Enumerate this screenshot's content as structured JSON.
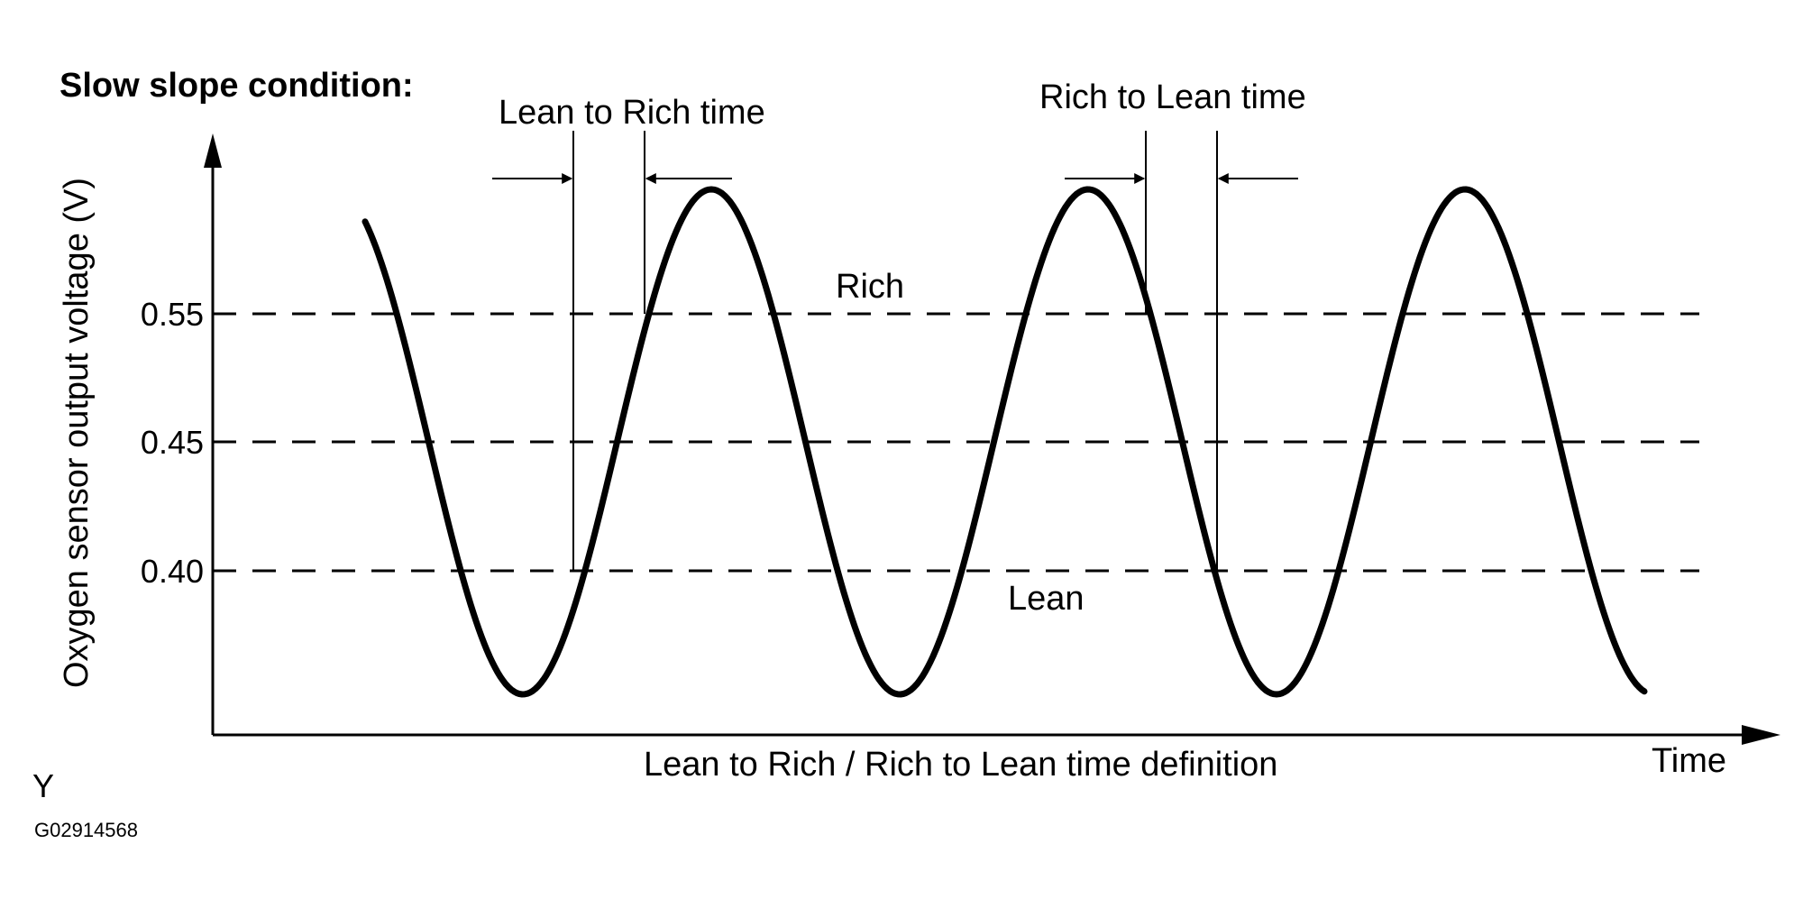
{
  "title": "Slow slope condition:",
  "y_axis_label": "Oxygen sensor output voltage (V)",
  "x_axis_label": "Time",
  "caption": "Lean to Rich / Rich to Lean time definition",
  "region_labels": {
    "rich": "Rich",
    "lean": "Lean"
  },
  "intervals": {
    "lean_to_rich": "Lean to Rich time",
    "rich_to_lean": "Rich to Lean time"
  },
  "ticks": [
    "0.55",
    "0.45",
    "0.40"
  ],
  "corner_mark": "Y",
  "figure_code": "G02914568"
}
